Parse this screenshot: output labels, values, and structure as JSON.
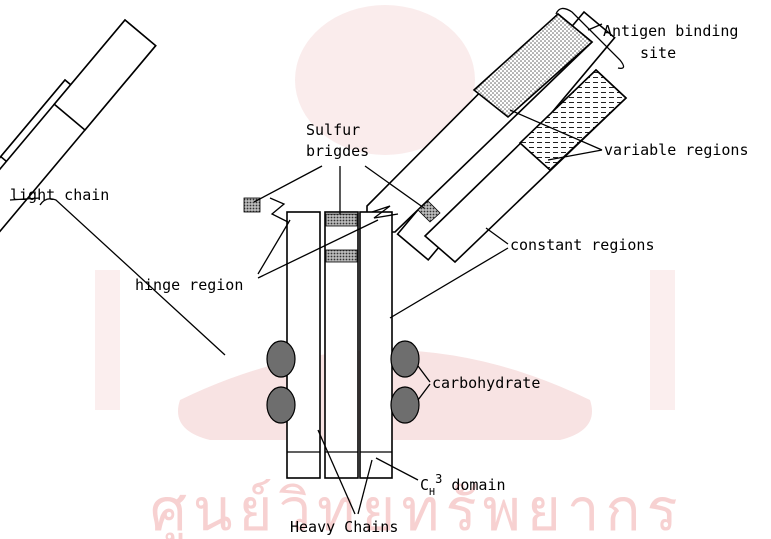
{
  "diagram": {
    "labels": {
      "antigen_binding_site": [
        "Antigen binding",
        "site"
      ],
      "variable_regions": "variable regions",
      "sulfur_bridges": [
        "Sulfur",
        "brigdes"
      ],
      "light_chain": "light chain",
      "constant_regions": "constant regions",
      "hinge_region": "hinge region",
      "carbohydrate": "carbohydrate",
      "ch3_domain": {
        "prefix": "C",
        "subscript": "H",
        "superscript": "3",
        "suffix": " domain"
      },
      "heavy_chains": "Heavy Chains"
    },
    "watermark_text": "ศูนย์วิทยทรัพยากร",
    "colors": {
      "stroke": "#000000",
      "watermark": "#f6c9c9",
      "carbohydrate_fill": "#6e6e6e",
      "pattern_dots": "#555555"
    }
  }
}
